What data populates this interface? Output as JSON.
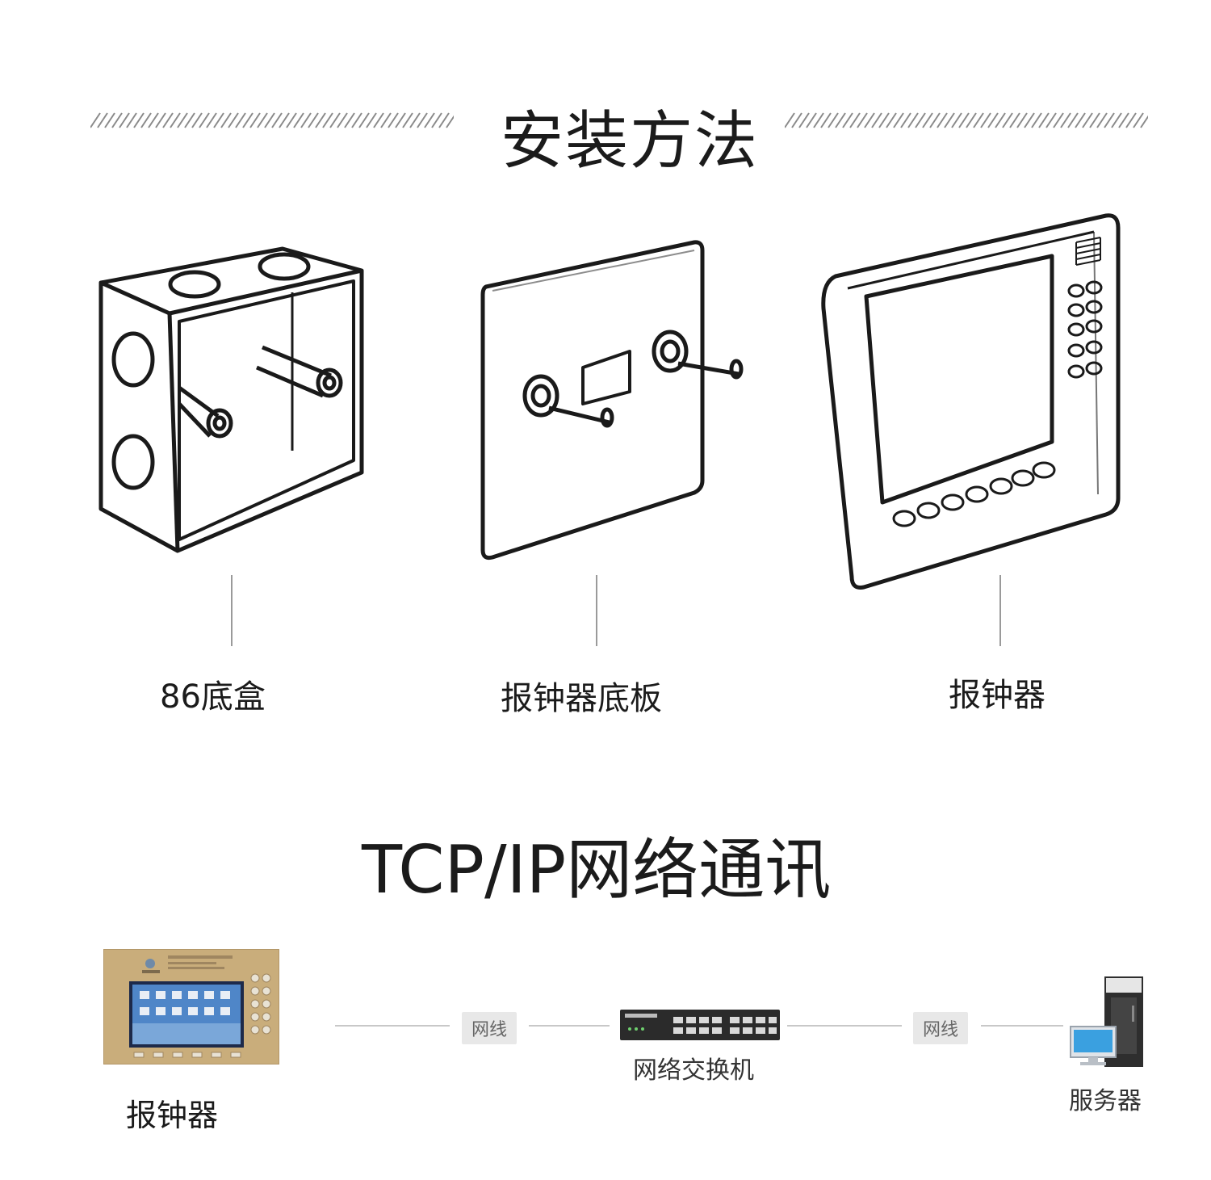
{
  "install": {
    "title": "安装方法",
    "labels": [
      "86底盒",
      "报钟器底板",
      "报钟器"
    ]
  },
  "network": {
    "title": "TCP/IP网络通讯",
    "device_label": "报钟器",
    "switch_label": "网络交换机",
    "server_label": "服务器",
    "cable_label_1": "网线",
    "cable_label_2": "网线",
    "device_panel_brand_color": "#c9ad7b"
  }
}
